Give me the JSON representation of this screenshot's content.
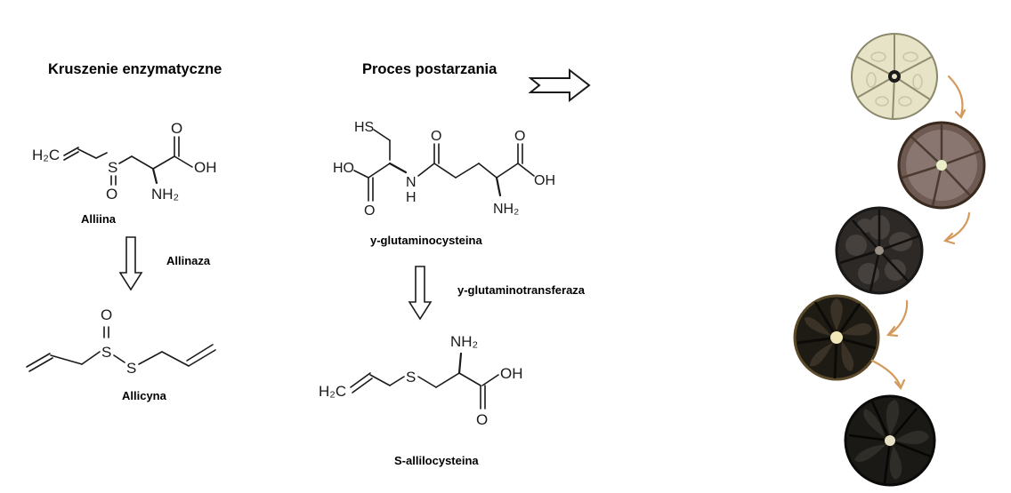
{
  "headings": {
    "enzymatic": "Kruszenie enzymatyczne",
    "aging": "Proces postarzania"
  },
  "compounds": {
    "alliin": "Alliina",
    "allicin": "Allicyna",
    "gamma_glutamylcysteine": "y-glutaminocysteina",
    "s_allylcysteine": "S-allilocysteina"
  },
  "enzymes": {
    "alliinase": "Allinaza",
    "transferase": "y-glutaminotransferaza"
  },
  "atoms": {
    "h2c": "H₂C",
    "s": "S",
    "o": "O",
    "oh": "OH",
    "ho": "HO",
    "nh2": "NH₂",
    "hs": "HS",
    "h": "H",
    "n": "N"
  },
  "colors": {
    "stage1": "#e6e3c6",
    "stage2": "#6e5a52",
    "stage3": "#2c2927",
    "stage4": "#1e1a14",
    "stage5": "#1a1916",
    "curve_arrow": "#d49a5c"
  }
}
